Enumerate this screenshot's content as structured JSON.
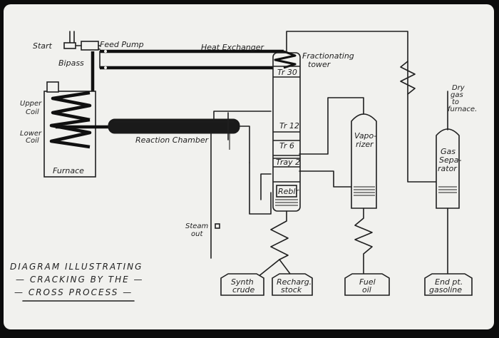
{
  "title": {
    "line1": "DIAGRAM ILLUSTRATING",
    "line2": "— CRACKING BY THE —",
    "line3": "— CROSS PROCESS —"
  },
  "labels": {
    "start": "Start",
    "feed_pump": "Feed Pump",
    "bipass": "Bipass",
    "heat_exchanger": "Heat Exchanger",
    "fractionating_tower": [
      "Fractionating",
      "tower"
    ],
    "upper_coil": [
      "Upper",
      "Coil"
    ],
    "lower_coil": [
      "Lower",
      "Coil"
    ],
    "furnace": "Furnace",
    "reaction_chamber": "Reaction Chamber",
    "tr30": "Tr 30",
    "tr12": "Tr 12",
    "tr6": "Tr 6",
    "tray2": "Tray 2",
    "reboiler": "Reblr",
    "vaporizer": [
      "Vapo-",
      "rizer"
    ],
    "gas_separator": [
      "Gas",
      "Sepa-",
      "rator"
    ],
    "dry_gas": [
      "Dry",
      "gas",
      "to",
      "furnace."
    ],
    "steam_out": [
      "Steam",
      "out"
    ]
  },
  "products": {
    "synth_crude": [
      "Synth",
      "crude"
    ],
    "recharge_stock": [
      "Recharg.",
      "stock"
    ],
    "fuel_oil": [
      "Fuel",
      "oil"
    ],
    "end_point_gasoline": [
      "End pt.",
      "gasoline"
    ]
  }
}
